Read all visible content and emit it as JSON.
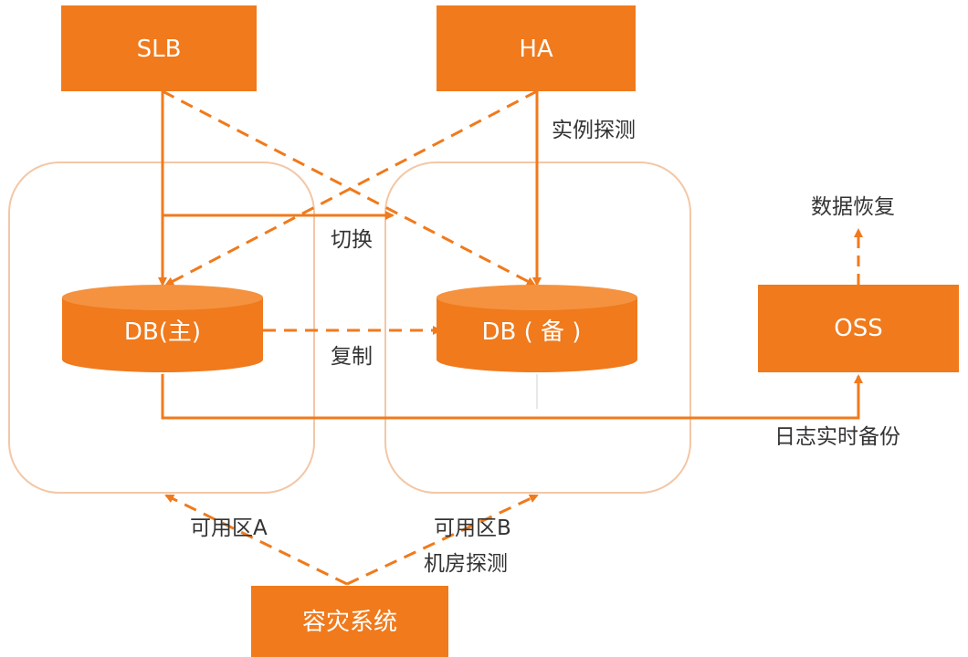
{
  "colors": {
    "accent": "#f07a1c",
    "zone_border": "#f3c7a6",
    "text": "#333333",
    "node_text": "#ffffff"
  },
  "nodes": {
    "slb": "SLB",
    "ha": "HA",
    "db_primary": "DB(主)",
    "db_standby": "DB ( 备 )",
    "oss": "OSS",
    "dr_system": "容灾系统"
  },
  "labels": {
    "instance_probe": "实例探测",
    "switchover": "切换",
    "replication": "复制",
    "data_recovery": "数据恢复",
    "realtime_log_backup": "日志实时备份",
    "zone_a": "可用区A",
    "zone_b": "可用区B",
    "datacenter_probe": "机房探测"
  }
}
